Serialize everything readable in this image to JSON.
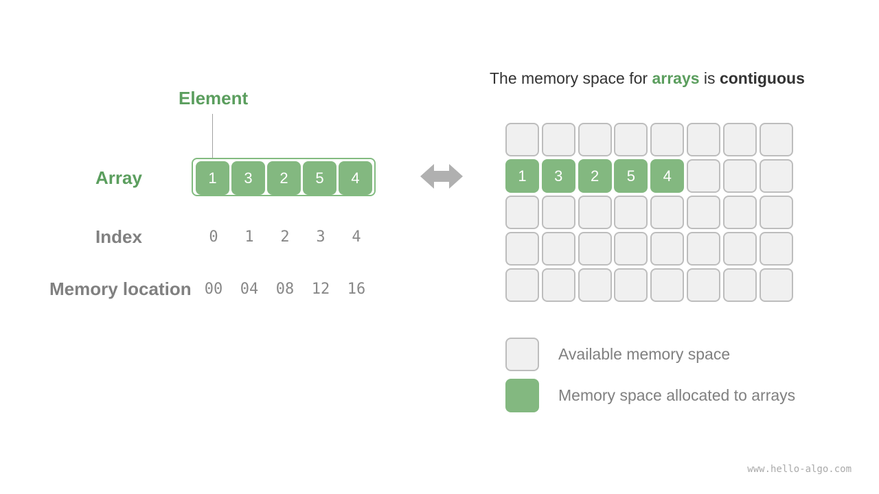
{
  "element_label": "Element",
  "row_labels": {
    "array": "Array",
    "index": "Index",
    "memory": "Memory location"
  },
  "array_values": [
    "1",
    "3",
    "2",
    "5",
    "4"
  ],
  "indices": [
    "0",
    "1",
    "2",
    "3",
    "4"
  ],
  "addresses": [
    "00",
    "04",
    "08",
    "12",
    "16"
  ],
  "title": {
    "pre": "The memory space for ",
    "arrays": "arrays",
    "mid": " is ",
    "contiguous": "contiguous"
  },
  "grid": {
    "rows": 5,
    "cols": 8,
    "filled_row": 1,
    "filled_values": [
      "1",
      "3",
      "2",
      "5",
      "4"
    ]
  },
  "legend": {
    "available": "Available memory space",
    "allocated": "Memory space allocated to arrays"
  },
  "colors": {
    "green": "#83b880",
    "green_text": "#5b9e5e",
    "empty_fill": "#f0f0f0",
    "empty_border": "#bdbdbd",
    "arrow": "#b0b0b0"
  },
  "watermark": "www.hello-algo.com"
}
